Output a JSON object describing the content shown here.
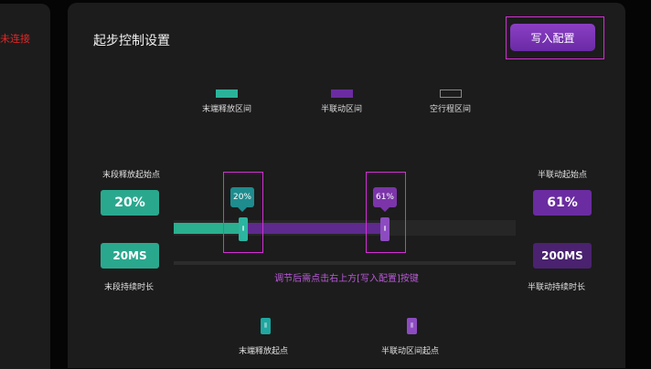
{
  "left_panel": {
    "status_text": "未连接"
  },
  "main": {
    "title": "起步控制设置",
    "write_button": "写入配置",
    "legend": [
      {
        "label": "末端释放区间",
        "color": "#2bb39a"
      },
      {
        "label": "半联动区间",
        "color": "#6a2ca0"
      },
      {
        "label": "空行程区间",
        "color": "#1c1c1c"
      }
    ],
    "left_controls": {
      "start_label": "末段释放起始点",
      "start_value": "20%",
      "duration_value": "20MS",
      "duration_label": "末段持续时长"
    },
    "right_controls": {
      "start_label": "半联动起始点",
      "start_value": "61%",
      "duration_value": "200MS",
      "duration_label": "半联动持续时长"
    },
    "slider": {
      "release_point": 20,
      "release_bubble": "20%",
      "semi_point": 61,
      "semi_bubble": "61%",
      "handle_glyph": "⫼",
      "colors": {
        "release": "#2ab08f",
        "semi": "#5e2a8e",
        "free": "#262626"
      }
    },
    "hint": "调节后需点击右上方[写入配置]按键",
    "handle_legend": [
      {
        "label": "末端释放起点",
        "color": "#1fa7a0"
      },
      {
        "label": "半联动区间起点",
        "color": "#8c4cc0"
      }
    ]
  }
}
